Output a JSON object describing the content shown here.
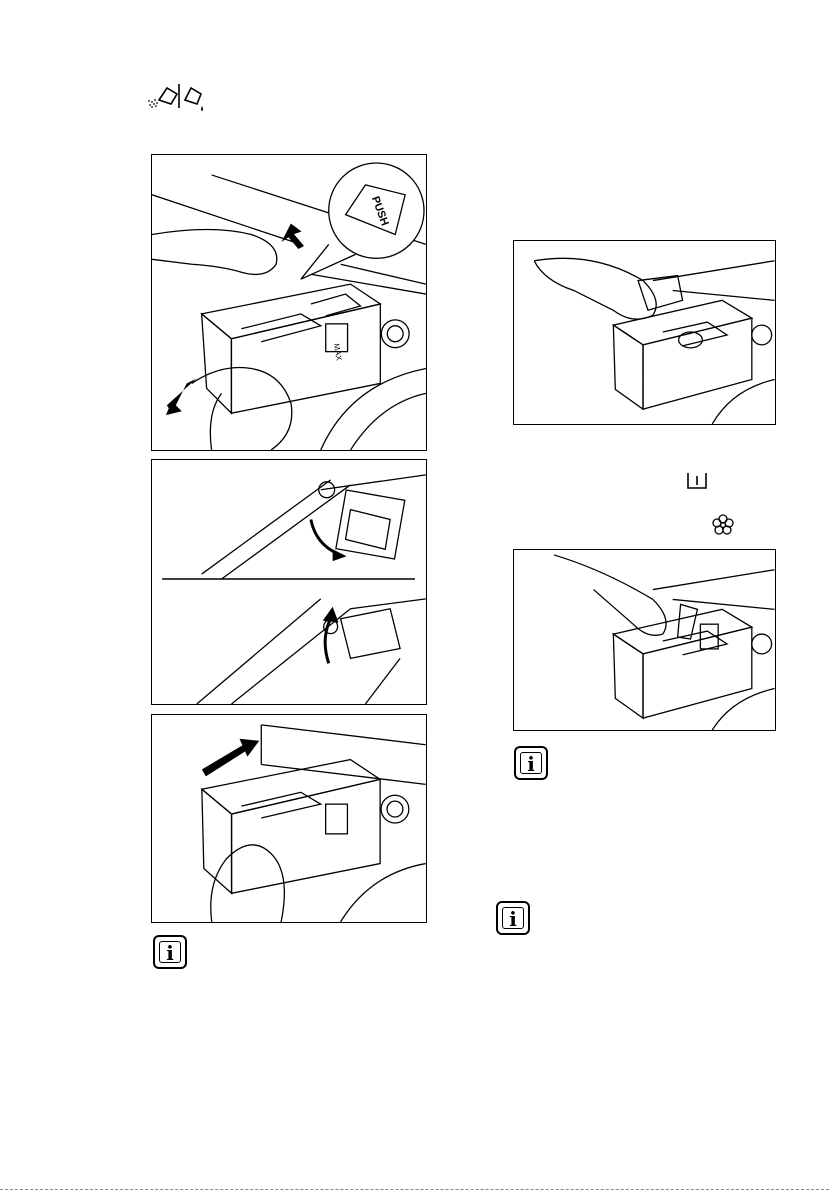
{
  "header": {
    "icon": "powder-liquid-detergent-icon"
  },
  "figures": {
    "left": [
      {
        "name": "figure-remove-dispenser",
        "label": "PUSH"
      },
      {
        "name": "figure-flap-position",
        "label": ""
      },
      {
        "name": "figure-insert-dispenser",
        "label": ""
      }
    ],
    "right": [
      {
        "name": "figure-add-powder",
        "label": ""
      },
      {
        "name": "figure-add-liquid",
        "label": ""
      }
    ]
  },
  "icons": {
    "prewash_compartment": "prewash-compartment-icon",
    "softener_compartment": "fabric-softener-icon",
    "info": "info-icon"
  },
  "info_glyph": "i",
  "push_label": "PUSH",
  "max_label": "MAX"
}
